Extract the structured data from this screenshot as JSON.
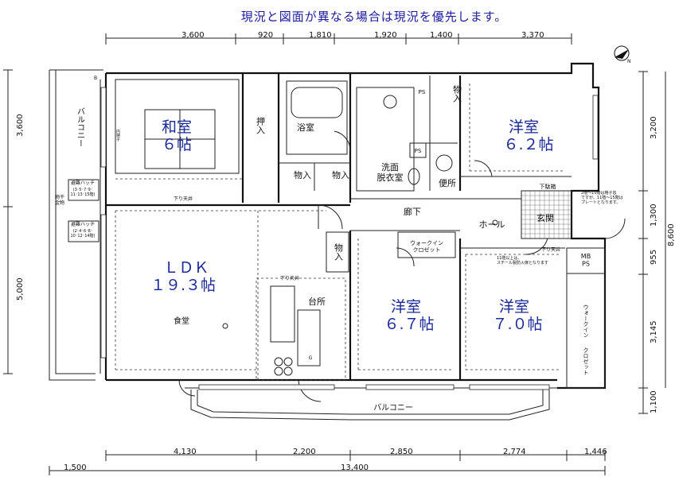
{
  "note": "現況と図面が異なる場合は現況を優先します。",
  "dimensions": {
    "top": [
      "3,600",
      "920",
      "1,810",
      "1,920",
      "1,400",
      "3,370"
    ],
    "bottom": [
      "4,130",
      "2,200",
      "2,850",
      "2,774",
      "1,446"
    ],
    "bottom_total": "13,400",
    "bottom_left": "1,500",
    "left": [
      "3,600",
      "5,000"
    ],
    "right": [
      "3,200",
      "1,300",
      "955",
      "3,145",
      "1,100"
    ],
    "right_total": "8,600"
  },
  "rooms": {
    "washitsu": {
      "name": "和室",
      "size": "６帖"
    },
    "yoshitsu1": {
      "name": "洋室",
      "size": "６.２帖"
    },
    "ldk": {
      "name": "ＬＤＫ",
      "size": "１９.３帖"
    },
    "yoshitsu2": {
      "name": "洋室",
      "size": "６.７帖"
    },
    "yoshitsu3": {
      "name": "洋室",
      "size": "７.０帖"
    }
  },
  "labels": {
    "oshiire": "押入",
    "bathroom": "浴室",
    "storage": "物入",
    "washroom": "洗面\n脱衣室",
    "toilet": "便所",
    "corridor": "廊下",
    "hall": "ホール",
    "entrance": "玄関",
    "walkin1": "ウォークイン\nクロゼット",
    "walkin2": "ウォークイン\nクロゼット",
    "kitchen": "台所",
    "dining": "食堂",
    "balcony_bottom": "バルコニー",
    "balcony_left": "バルコニー",
    "shoe": "下駄箱",
    "mbps": "MB\nPS",
    "ps": "PS",
    "ceiling": "下り天井",
    "hatch1": "避難ハッチ",
    "hatch1_detail": "(3･5･7･9･\n11･13･15階)",
    "hatch2": "避難ハッチ",
    "hatch2_detail": "(2･4･6･8･\n10･12･14階)",
    "thing": "物干\n金物",
    "inner": "内樋子",
    "b": "B",
    "g": "G",
    "n": "N"
  },
  "notes_small": {
    "right": "2階～10階は格子窓\nですが、11階～15階は\nプレートとなります。",
    "mid": "11階以上は、\nスチール製防火扉となります"
  }
}
